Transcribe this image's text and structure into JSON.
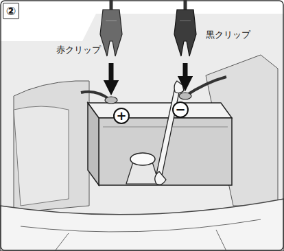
{
  "diagram": {
    "nodes": [
      {
        "text": [
          "②"
        ]
      },
      {
        "text": [
          "+"
        ]
      },
      {
        "text": [
          "−"
        ]
      }
    ],
    "labels": [
      "赤クリップ",
      "黒クリップ"
    ]
  }
}
